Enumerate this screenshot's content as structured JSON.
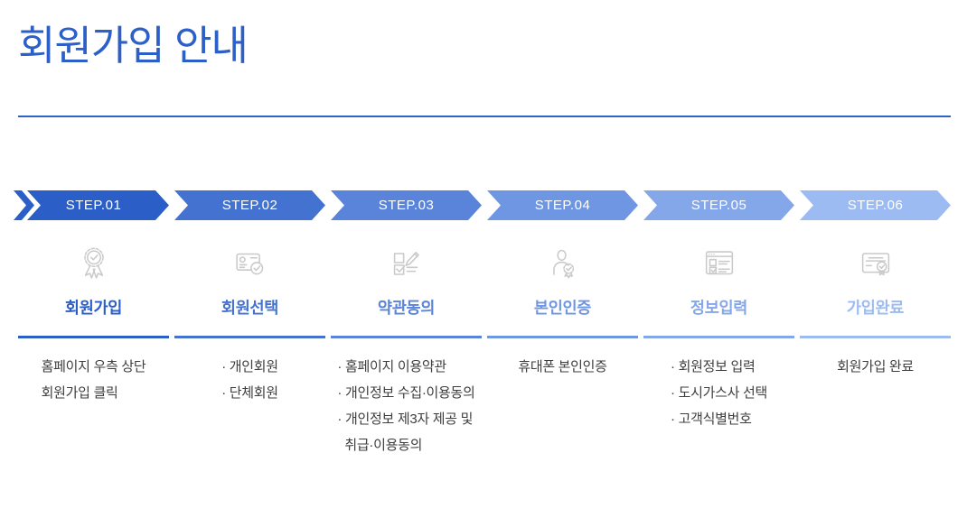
{
  "page": {
    "title": "회원가입 안내"
  },
  "accent": {
    "title_color": "#2c5fc7",
    "divider_color": "#2f62c9",
    "icon_stroke": "#c9c9c9",
    "desc_text_color": "#3e3e3e"
  },
  "steps": [
    {
      "step": "STEP.01",
      "label": "회원가입",
      "color": "#2b5ec6",
      "icon": "medal-ribbon-icon",
      "desc": {
        "line1": "홈페이지 우측 상단",
        "line2": "회원가입 클릭"
      }
    },
    {
      "step": "STEP.02",
      "label": "회원선택",
      "color": "#4372d0",
      "icon": "membership-card-icon",
      "desc": {
        "line1": "· 개인회원",
        "line2": "· 단체회원"
      }
    },
    {
      "step": "STEP.03",
      "label": "약관동의",
      "color": "#5a83da",
      "icon": "terms-agreement-icon",
      "desc": {
        "line1": "· 홈페이지 이용약관",
        "line2": "· 개인정보 수집·이용동의",
        "line3": "· 개인정보 제3자 제공 및",
        "line4": "취급·이용동의"
      }
    },
    {
      "step": "STEP.04",
      "label": "본인인증",
      "color": "#6f96e3",
      "icon": "identity-verification-icon",
      "desc": {
        "line1": "휴대폰 본인인증"
      }
    },
    {
      "step": "STEP.05",
      "label": "정보입력",
      "color": "#84a7ea",
      "icon": "info-input-form-icon",
      "desc": {
        "line1": "· 회원정보 입력",
        "line2": "· 도시가스사 선택",
        "line3": "· 고객식별번호"
      }
    },
    {
      "step": "STEP.06",
      "label": "가입완료",
      "color": "#9cbbf2",
      "icon": "certificate-complete-icon",
      "desc": {
        "line1": "회원가입 완료"
      }
    }
  ]
}
